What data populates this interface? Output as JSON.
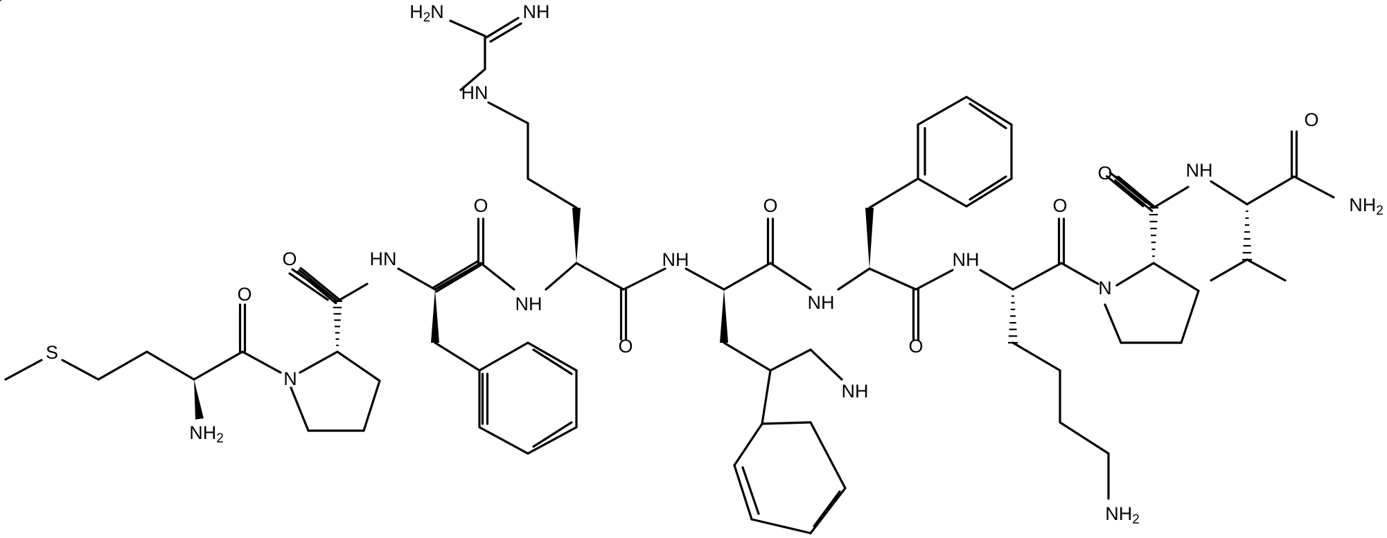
{
  "labels": {
    "s1": "S",
    "nh2_met": "NH2",
    "o_met": "O",
    "n_pro1": "N",
    "o_pro1": "O",
    "nh_pro1": "HN",
    "o_phe1": "O",
    "nh_phe1": "NH",
    "nh_guan": "HN",
    "nh2_guan": "H2N",
    "nh_imine": "NH",
    "o_arg": "O",
    "nh_arg": "NH",
    "o_trp": "O",
    "nh_indole": "NH",
    "nh_trp": "NH",
    "o_phe2": "O",
    "nh_phe2": "NH",
    "o_lys": "O",
    "nh2_lys": "NH2",
    "n_pro2": "N",
    "o_pro2": "O",
    "nh_pro2": "NH",
    "o_val": "O",
    "nh2_val": "NH2"
  }
}
